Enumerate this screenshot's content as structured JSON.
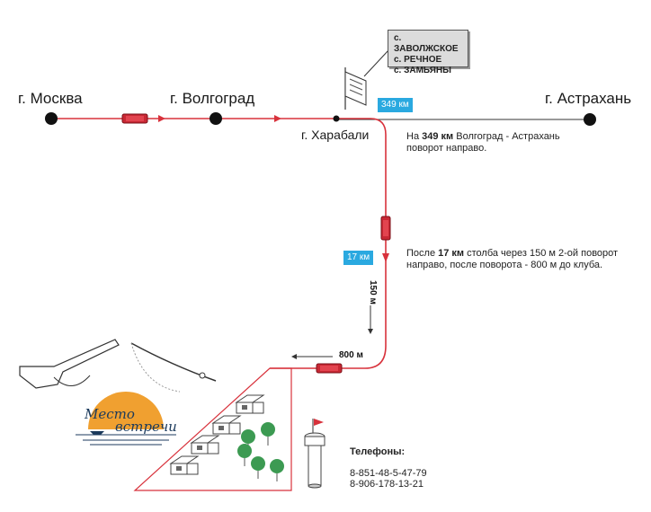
{
  "cities": {
    "moscow": "г. Москва",
    "volgograd": "г. Волгоград",
    "kharabali": "г. Харабали",
    "astrakhan": "г. Астрахань"
  },
  "villages": [
    "с. ЗАВОЛЖСКОЕ",
    "с. РЕЧНОЕ",
    "с. ЗАМЬЯНЫ"
  ],
  "badges": {
    "km349": "349 км",
    "km17": "17 км"
  },
  "note1": {
    "prefix": "На ",
    "bold": "349 км",
    "rest": " Волгоград - Астрахань",
    "line2": "поворот направо."
  },
  "note2": {
    "prefix": "После ",
    "bold": "17 км",
    "rest": " столба через 150 м 2-ой поворот",
    "line2": "направо, после поворота - 800 м до клуба."
  },
  "distances": {
    "d150": "150 м",
    "d800": "800 м"
  },
  "logo": {
    "word1": "Место",
    "word2": "встречи"
  },
  "phones": {
    "title": "Телефоны:",
    "numbers": [
      "8-851-48-5-47-79",
      "8-906-178-13-21"
    ]
  },
  "colors": {
    "route": "#d8323c",
    "badge": "#2aa9e0",
    "road": "#222222",
    "sun": "#f0a030"
  }
}
